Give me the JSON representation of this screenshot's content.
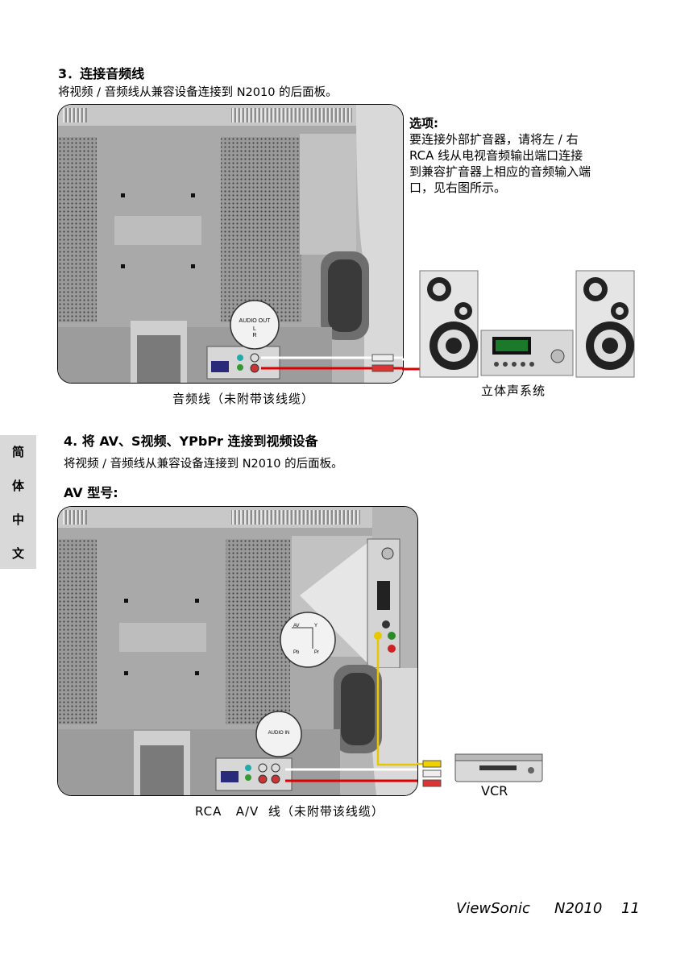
{
  "section3": {
    "heading": "3．连接音频线",
    "body": "将视频 / 音频线从兼容设备连接到 N2010 的后面板。",
    "option_title": "选项:",
    "option_lines": [
      "要连接外部扩音器，请将左 / 右",
      "RCA 线从电视音频输出端口连接",
      "到兼容扩音器上相应的音频输入端",
      "口，见右图所示。"
    ],
    "port_label": "AUDIO OUT",
    "port_l": "L",
    "port_r": "R",
    "caption_cable": "音频线（未附带该线缆）",
    "caption_system": "立体声系统"
  },
  "sidebar": {
    "chars": [
      "简",
      "体",
      "中",
      "文"
    ]
  },
  "section4": {
    "heading": "4.  将 AV、S视频、YPbPr 连接到视频设备",
    "body": "将视频 / 音频线从兼容设备连接到 N2010 的后面板。",
    "subheading": "AV 型号:",
    "zoom_av": "AV",
    "zoom_y": "Y",
    "zoom_pb": "Pb",
    "zoom_pr": "Pr",
    "audio_in": "AUDIO IN",
    "vcr_label": "VCR",
    "caption": "RCA   A/V  线（未附带该线缆）"
  },
  "footer": {
    "brand": "ViewSonic",
    "model": "N2010",
    "page": "11"
  }
}
